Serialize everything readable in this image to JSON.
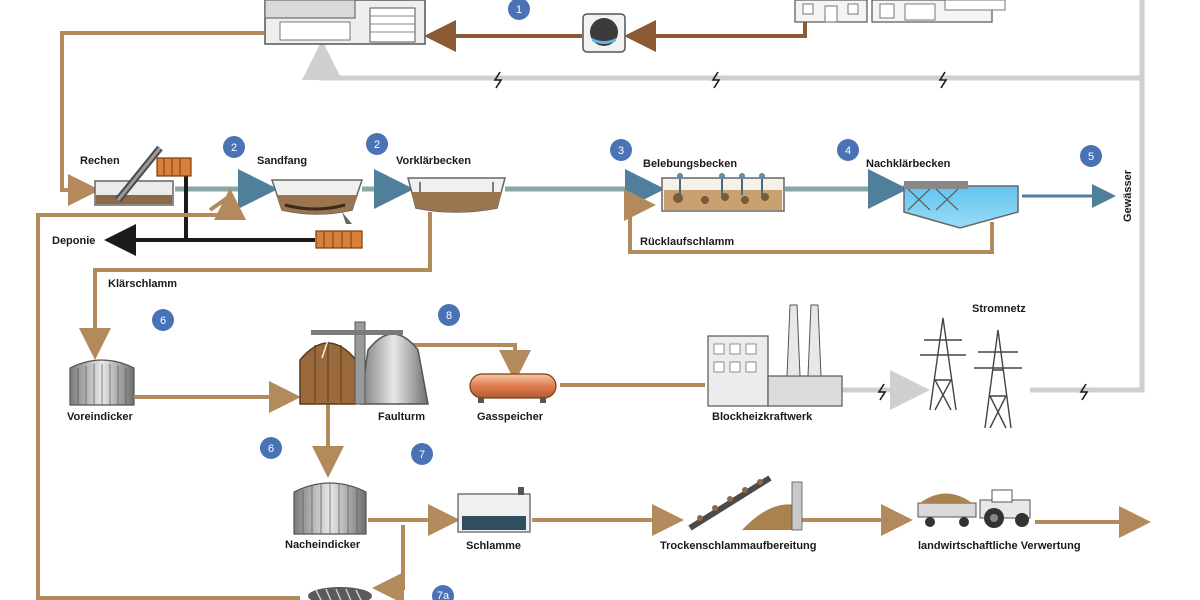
{
  "colors": {
    "sludge": "#b38a5c",
    "water": "#8aa6a6",
    "power": "#cfcfcf",
    "badge": "#4a73b5",
    "black": "#1a1a1a"
  },
  "labels": {
    "rechen": "Rechen",
    "sandfang": "Sandfang",
    "vorklaerbecken": "Vorklärbecken",
    "belebungsbecken": "Belebungsbecken",
    "nachklaerbecken": "Nachklärbecken",
    "gewaesser": "Gewässer",
    "deponie": "Deponie",
    "ruecklaufschlamm": "Rücklaufschlamm",
    "klaerschlamm": "Klärschlamm",
    "stromnetz": "Stromnetz",
    "voreindicker": "Voreindicker",
    "faulturm": "Faulturm",
    "gasspeicher": "Gasspeicher",
    "blockheizkraftwerk": "Blockheizkraftwerk",
    "nacheindicker": "Nacheindicker",
    "schlamme": "Schlamme",
    "trockenschlamm": "Trockenschlammaufbereitung",
    "verwertung": "landwirtschaftliche Verwertung"
  },
  "badges": {
    "b1": "1",
    "b2a": "2",
    "b2b": "2",
    "b3": "3",
    "b4": "4",
    "b5": "5",
    "b6a": "6",
    "b6b": "6",
    "b7": "7",
    "b7a": "7a",
    "b8": "8"
  },
  "icons": {
    "power": "lightning-icon",
    "sewer": "sewer-pipe-icon",
    "industry": "industry-building-icon",
    "houses": "residential-houses-icon",
    "screen": "screen-rake-icon",
    "grit": "grit-chamber-icon",
    "primary": "primary-clarifier-icon",
    "aeration": "aeration-tank-icon",
    "secondary": "secondary-clarifier-icon",
    "thickener": "thickener-tank-icon",
    "digester": "digester-tower-icon",
    "gasholder": "gas-holder-icon",
    "chp": "power-plant-icon",
    "pylon": "power-pylon-icon",
    "dewater": "dewatering-icon",
    "dryer": "sludge-dryer-icon",
    "tractor": "tractor-icon",
    "screw": "screw-press-icon"
  }
}
